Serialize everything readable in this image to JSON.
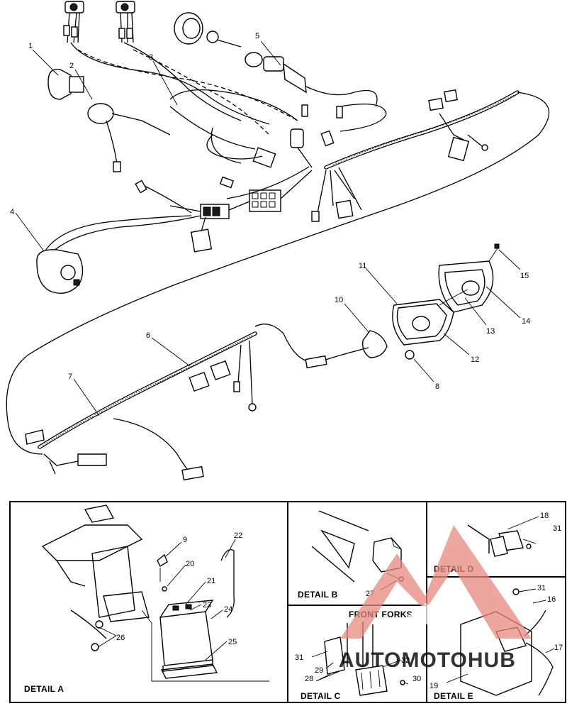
{
  "callouts": {
    "c1": "1",
    "c2": "2",
    "c3": "3",
    "c4": "4",
    "c5": "5",
    "c6": "6",
    "c7": "7",
    "c8": "8",
    "c9": "9",
    "c10": "10",
    "c11": "11",
    "c12": "12",
    "c13": "13",
    "c14": "14",
    "c15": "15",
    "c16": "16",
    "c17": "17",
    "c18": "18",
    "c19": "19",
    "c20": "20",
    "c21": "21",
    "c22": "22",
    "c23": "23",
    "c24": "24",
    "c25": "25",
    "c26": "26",
    "c27": "27",
    "c28": "28",
    "c29": "29",
    "c30": "30",
    "c31a": "31",
    "c31b": "31",
    "c31c": "31",
    "c32": "32"
  },
  "details": {
    "a": "DETAIL A",
    "b": "DETAIL B",
    "c": "DETAIL C",
    "d": "DETAIL D",
    "e": "DETAIL E",
    "front_forks": "FRONT FORKS"
  },
  "watermark": {
    "text": "AUTOMOTOHUB",
    "color": "#e8897f"
  }
}
